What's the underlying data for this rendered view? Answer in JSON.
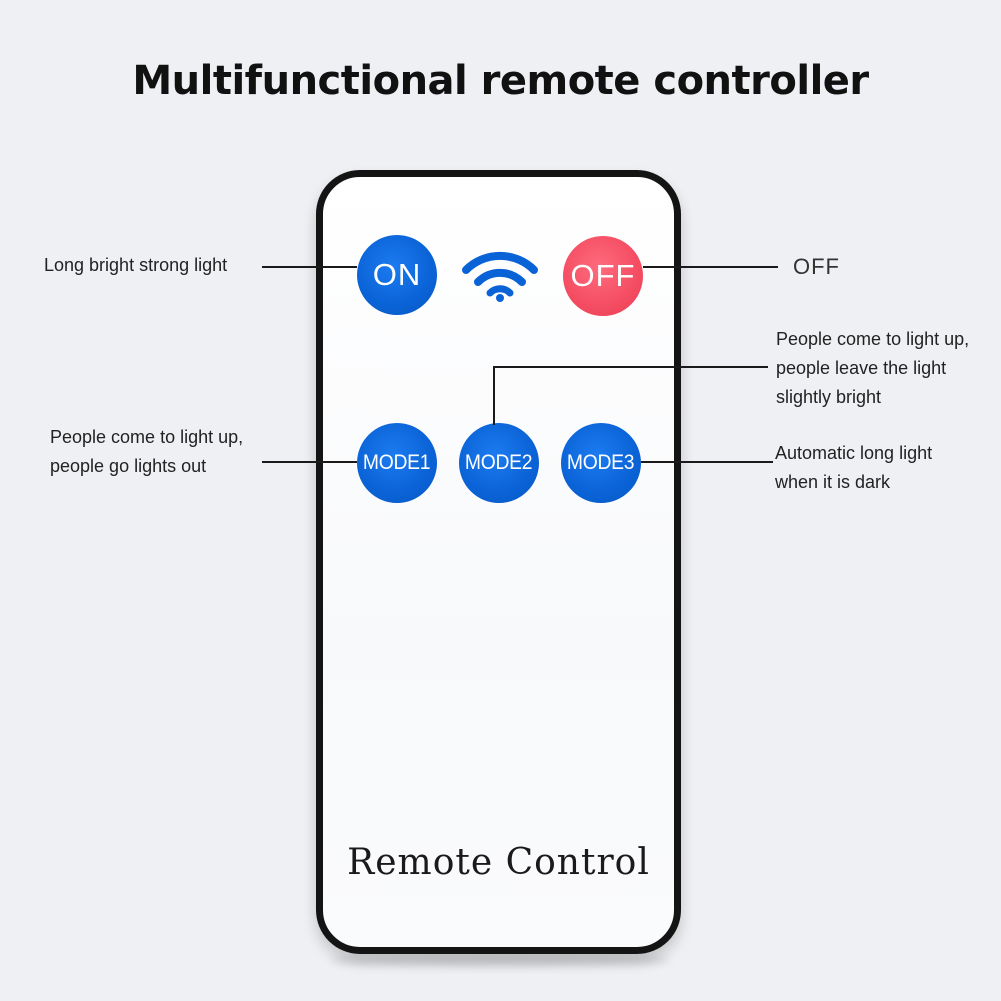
{
  "title": "Multifunctional remote controller",
  "remote": {
    "brand_text": "Remote Control",
    "buttons": {
      "on": "ON",
      "off": "OFF",
      "mode1": "MODE1",
      "mode2": "MODE2",
      "mode3": "MODE3"
    },
    "signal_icon": "wifi-signal-icon"
  },
  "callouts": {
    "on": "Long bright strong light",
    "off": "OFF",
    "mode1": [
      "People come to light up,",
      "people go lights out"
    ],
    "mode2": [
      "People come to light up,",
      "people leave the light",
      "slightly bright"
    ],
    "mode3": [
      "Automatic long light",
      "when it is dark"
    ]
  },
  "colors": {
    "background": "#eef0f3",
    "blue_button": "#0a63d6",
    "red_button": "#f44d62",
    "remote_border": "#141414"
  }
}
